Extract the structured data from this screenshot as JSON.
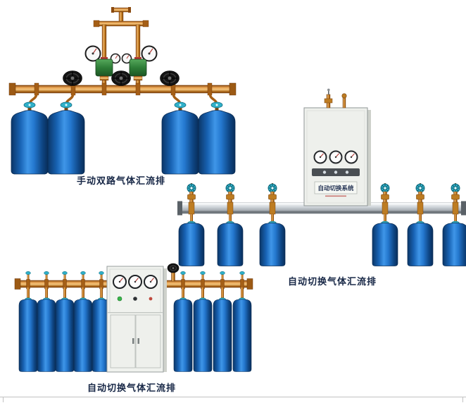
{
  "page": {
    "background": "#ffffff",
    "bottom_rule_color": "#c2c2c2"
  },
  "figures": [
    {
      "id": "manual-dual-manifold",
      "caption": "手动双路气体汇流排",
      "cylinder_count": 4
    },
    {
      "id": "auto-switch-rail-manifold",
      "caption": "自动切换气体汇流排",
      "cabinet_label": "自动切换系统",
      "cylinder_count": 6
    },
    {
      "id": "auto-switch-cabinet-manifold",
      "caption": "自动切换气体汇流排",
      "cylinder_count": 9
    }
  ],
  "colors": {
    "cylinder_blue": "#1863b4",
    "brass_pipe": "#c8882f",
    "teal_valve": "#2fb0c9",
    "rail_silver": "#cdd3d8",
    "caption_text": "#172746"
  }
}
